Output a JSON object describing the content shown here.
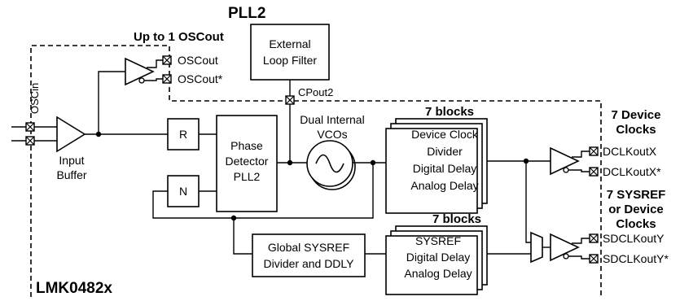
{
  "titles": {
    "pll2": "PLL2",
    "up_to_oscout": "Up to 1 OSCout",
    "device_name": "LMK0482x",
    "seven_blocks_top": "7 blocks",
    "seven_blocks_bottom": "7 blocks",
    "seven_device_clocks_1": "7 Device",
    "seven_device_clocks_2": "Clocks",
    "seven_sysref_1": "7 SYSREF",
    "seven_sysref_2": "or Device",
    "seven_sysref_3": "Clocks"
  },
  "pins": {
    "oscin": "OSCin",
    "oscout": "OSCout",
    "oscout_star": "OSCout*",
    "cpout2": "CPout2",
    "dclkoutx": "DCLKoutX",
    "dclkoutx_star": "DCLKoutX*",
    "sdclkouty": "SDCLKoutY",
    "sdclkouty_star": "SDCLKoutY*"
  },
  "blocks": {
    "loop_filter_1": "External",
    "loop_filter_2": "Loop Filter",
    "input_buffer_1": "Input",
    "input_buffer_2": "Buffer",
    "r_divider": "R",
    "n_divider": "N",
    "pd_1": "Phase",
    "pd_2": "Detector",
    "pd_3": "PLL2",
    "vco_1": "Dual Internal",
    "vco_2": "VCOs",
    "dev_div_1": "Device Clock",
    "dev_div_2": "Divider",
    "dev_div_3": "Digital Delay",
    "dev_div_4": "Analog Delay",
    "global_sysref_1": "Global SYSREF",
    "global_sysref_2": "Divider and DDLY",
    "sysref_blk_1": "SYSREF",
    "sysref_blk_2": "Digital Delay",
    "sysref_blk_3": "Analog Delay"
  }
}
